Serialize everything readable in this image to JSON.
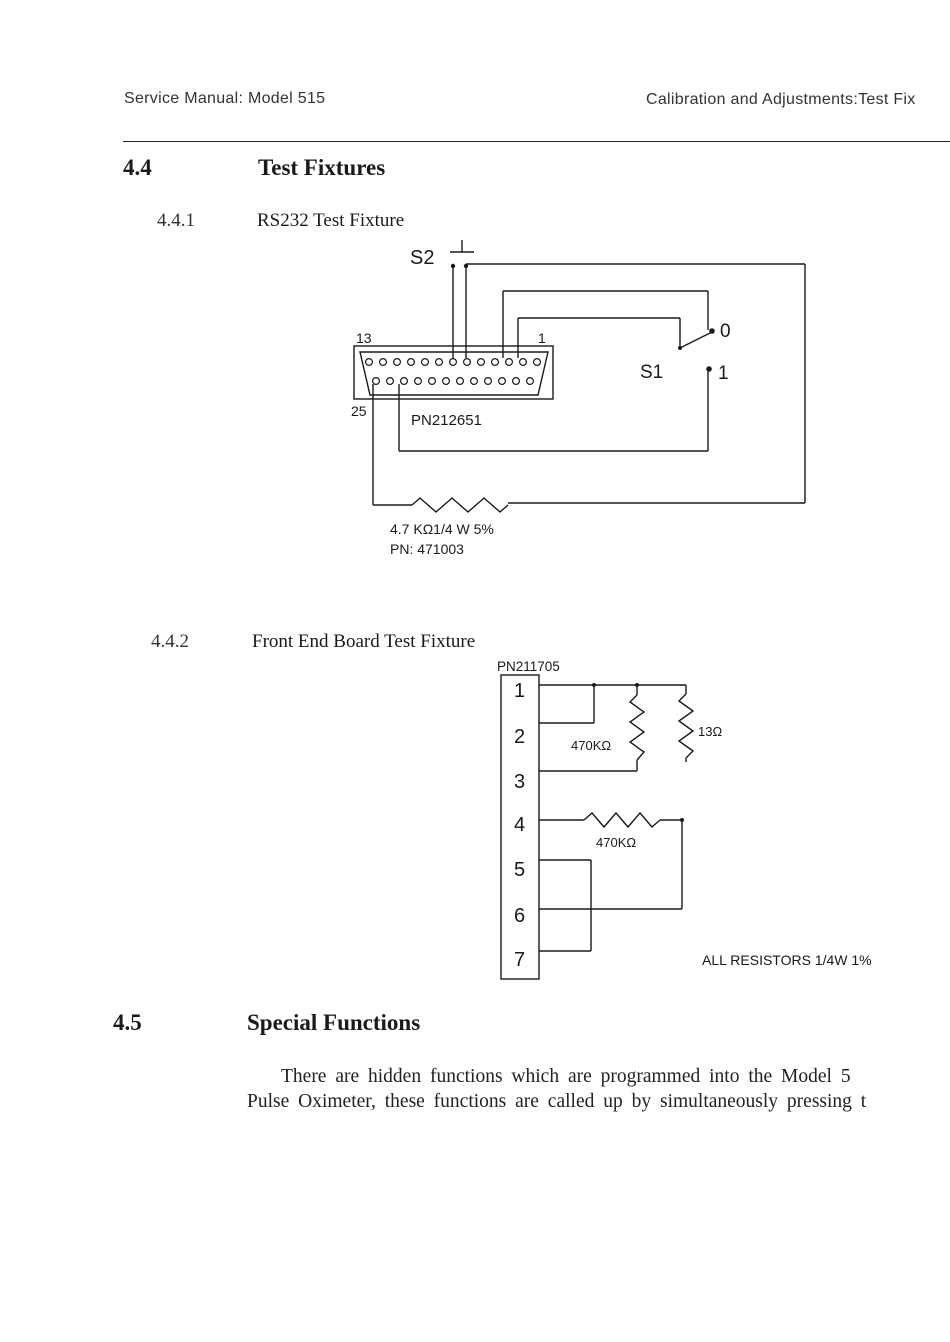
{
  "header": {
    "left": "Service Manual: Model 515",
    "right": "Calibration and Adjustments:Test Fix"
  },
  "sections": {
    "s44": {
      "number": "4.4",
      "title": "Test Fixtures"
    },
    "s441": {
      "number": "4.4.1",
      "title": "RS232 Test Fixture"
    },
    "s442": {
      "number": "4.4.2",
      "title": "Front End Board Test Fixture"
    },
    "s45": {
      "number": "4.5",
      "title": "Special Functions"
    }
  },
  "rs232_diagram": {
    "s2_label": "S2",
    "s1_label": "S1",
    "pos0_label": "0",
    "pos1_label": "1",
    "pin13_label": "13",
    "pin1_label": "1",
    "pin25_label": "25",
    "connector_pn": "PN212651",
    "resistor_spec": "4.7 KΩ1/4 W 5%",
    "resistor_pn": "PN: 471003"
  },
  "frontend_diagram": {
    "connector_pn": "PN211705",
    "pins": [
      "1",
      "2",
      "3",
      "4",
      "5",
      "6",
      "7"
    ],
    "r1_label": "470KΩ",
    "r2_label": "13Ω",
    "r3_label": "470KΩ",
    "note": "ALL RESISTORS 1/4W 1%"
  },
  "body": {
    "line1": "There are hidden functions which are programmed into the Model 5",
    "line2": "Pulse Oximeter, these functions are called up by simultaneously pressing t"
  }
}
